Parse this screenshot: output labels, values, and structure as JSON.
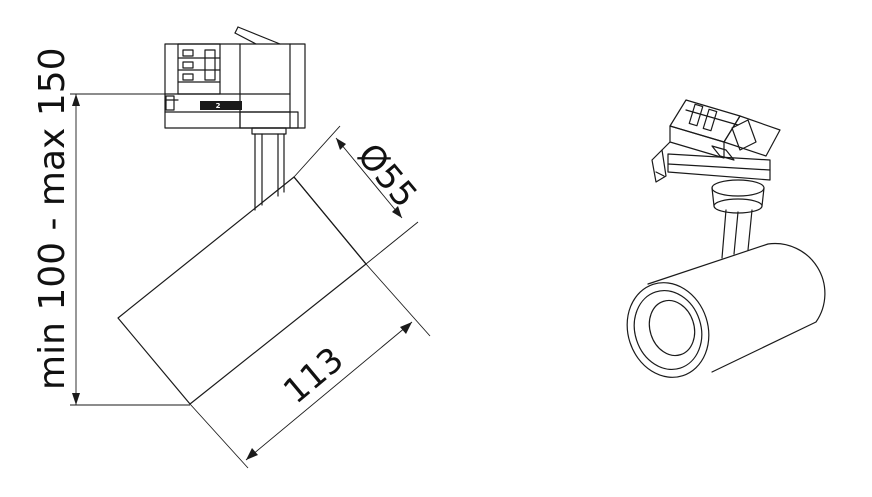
{
  "dimensions": {
    "height_range": "min 100 - max 150",
    "diameter": "Ø55",
    "length": "113"
  },
  "adapter_marking": "2",
  "colors": {
    "line": "#1a1a1a",
    "background": "#ffffff"
  }
}
